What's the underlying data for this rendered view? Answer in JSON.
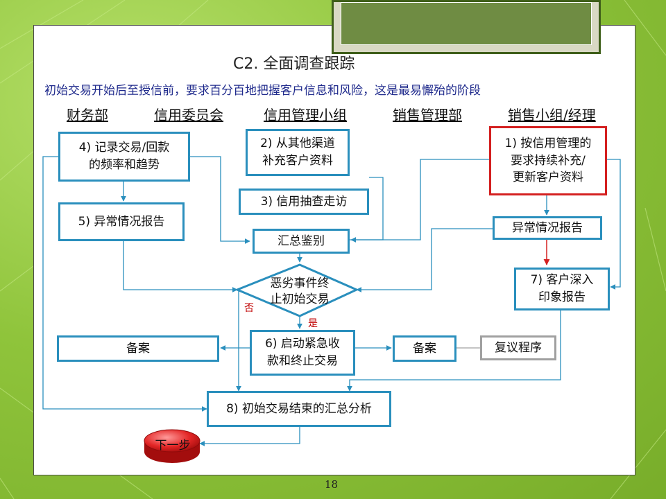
{
  "slide": {
    "title": "C2. 全面调查跟踪",
    "subtitle": "初始交易开始后至授信前，要求百分百地把握客户信息和风险，这是最易懈殆的阶段",
    "page_number": "18"
  },
  "columns": [
    "财务部",
    "信用委员会",
    "信用管理小组",
    "销售管理部",
    "销售小组/经理"
  ],
  "nodes": {
    "n4": "4) 记录交易/回款\n的频率和趋势",
    "n2": "2) 从其他渠道\n补充客户资料",
    "n3": "3) 信用抽查走访",
    "n1": "1) 按信用管理的\n要求持续补充/\n更新客户资料",
    "n5": "5) 异常情况报告",
    "summary": "汇总鉴别",
    "sales_abnormal": "异常情况报告",
    "decision": "恶劣事件终\n止初始交易",
    "n7": "7) 客户深入\n印象报告",
    "archive_left": "备案",
    "n6": "6) 启动紧急收\n款和终止交易",
    "archive_right": "备案",
    "review": "复议程序",
    "n8": "8) 初始交易结束的汇总分析",
    "next": "下一步"
  },
  "edge_labels": {
    "no": "否",
    "yes": "是"
  },
  "colors": {
    "node_border": "#2a8fbd",
    "highlight_border": "#d42020",
    "review_border": "#a0a0a0",
    "connector": "#2a8fbd",
    "emphasis_arrow": "#d42020",
    "subtitle_text": "#1f2a8c",
    "label_text": "#c00000",
    "next_button": "#e32626"
  }
}
